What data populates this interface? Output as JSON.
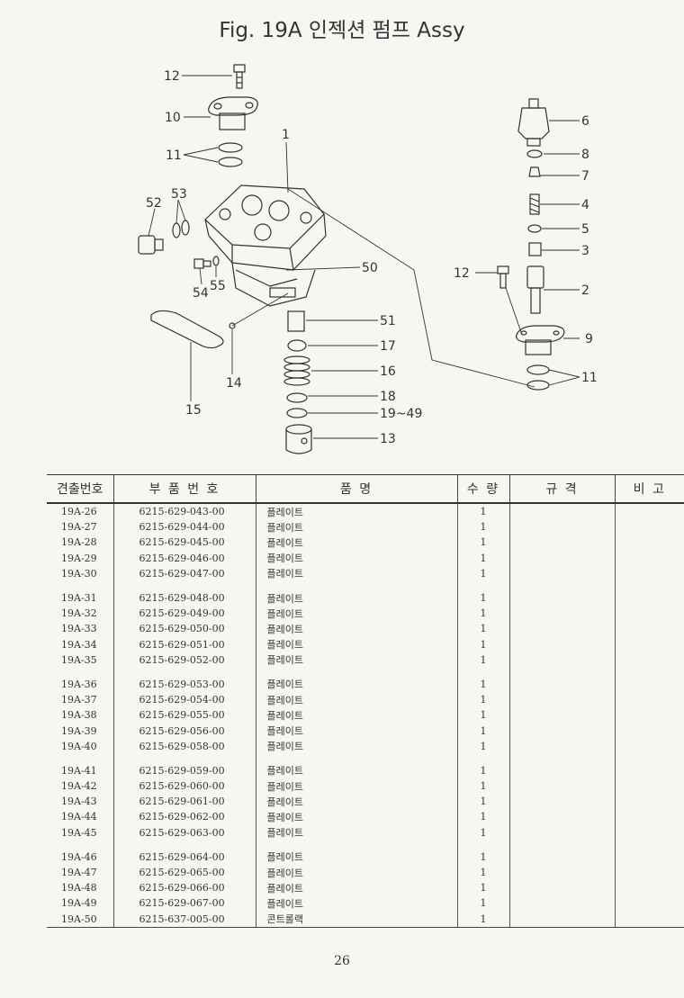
{
  "header": {
    "title": "Fig. 19A   인젝션 펌프 Assy"
  },
  "diagram": {
    "callouts": [
      "12",
      "10",
      "11",
      "1",
      "52",
      "53",
      "50",
      "54",
      "55",
      "15",
      "14",
      "51",
      "17",
      "16",
      "18",
      "19~49",
      "13",
      "6",
      "8",
      "7",
      "4",
      "5",
      "3",
      "12",
      "2",
      "9",
      "11"
    ]
  },
  "table": {
    "headers": [
      "견출번호",
      "부 품 번 호",
      "품               명",
      "수 량",
      "규  격",
      "비 고"
    ],
    "groups": [
      [
        {
          "ref": "19A-26",
          "part": "6215-629-043-00",
          "name": "플레이트",
          "qty": "1"
        },
        {
          "ref": "19A-27",
          "part": "6215-629-044-00",
          "name": "플레이트",
          "qty": "1"
        },
        {
          "ref": "19A-28",
          "part": "6215-629-045-00",
          "name": "플레이트",
          "qty": "1"
        },
        {
          "ref": "19A-29",
          "part": "6215-629-046-00",
          "name": "플레이트",
          "qty": "1"
        },
        {
          "ref": "19A-30",
          "part": "6215-629-047-00",
          "name": "플레이트",
          "qty": "1"
        }
      ],
      [
        {
          "ref": "19A-31",
          "part": "6215-629-048-00",
          "name": "플레이트",
          "qty": "1"
        },
        {
          "ref": "19A-32",
          "part": "6215-629-049-00",
          "name": "플레이트",
          "qty": "1"
        },
        {
          "ref": "19A-33",
          "part": "6215-629-050-00",
          "name": "플레이트",
          "qty": "1"
        },
        {
          "ref": "19A-34",
          "part": "6215-629-051-00",
          "name": "플레이트",
          "qty": "1"
        },
        {
          "ref": "19A-35",
          "part": "6215-629-052-00",
          "name": "플레이트",
          "qty": "1"
        }
      ],
      [
        {
          "ref": "19A-36",
          "part": "6215-629-053-00",
          "name": "플레이트",
          "qty": "1"
        },
        {
          "ref": "19A-37",
          "part": "6215-629-054-00",
          "name": "플레이트",
          "qty": "1"
        },
        {
          "ref": "19A-38",
          "part": "6215-629-055-00",
          "name": "플레이트",
          "qty": "1"
        },
        {
          "ref": "19A-39",
          "part": "6215-629-056-00",
          "name": "플레이트",
          "qty": "1"
        },
        {
          "ref": "19A-40",
          "part": "6215-629-058-00",
          "name": "플레이트",
          "qty": "1"
        }
      ],
      [
        {
          "ref": "19A-41",
          "part": "6215-629-059-00",
          "name": "플레이트",
          "qty": "1"
        },
        {
          "ref": "19A-42",
          "part": "6215-629-060-00",
          "name": "플레이트",
          "qty": "1"
        },
        {
          "ref": "19A-43",
          "part": "6215-629-061-00",
          "name": "플레이트",
          "qty": "1"
        },
        {
          "ref": "19A-44",
          "part": "6215-629-062-00",
          "name": "플레이트",
          "qty": "1"
        },
        {
          "ref": "19A-45",
          "part": "6215-629-063-00",
          "name": "플레이트",
          "qty": "1"
        }
      ],
      [
        {
          "ref": "19A-46",
          "part": "6215-629-064-00",
          "name": "플레이트",
          "qty": "1"
        },
        {
          "ref": "19A-47",
          "part": "6215-629-065-00",
          "name": "플레이트",
          "qty": "1"
        },
        {
          "ref": "19A-48",
          "part": "6215-629-066-00",
          "name": "플레이트",
          "qty": "1"
        },
        {
          "ref": "19A-49",
          "part": "6215-629-067-00",
          "name": "플레이트",
          "qty": "1"
        },
        {
          "ref": "19A-50",
          "part": "6215-637-005-00",
          "name": "콘트롤랙",
          "qty": "1"
        }
      ]
    ]
  },
  "footer": {
    "page_number": "26"
  }
}
